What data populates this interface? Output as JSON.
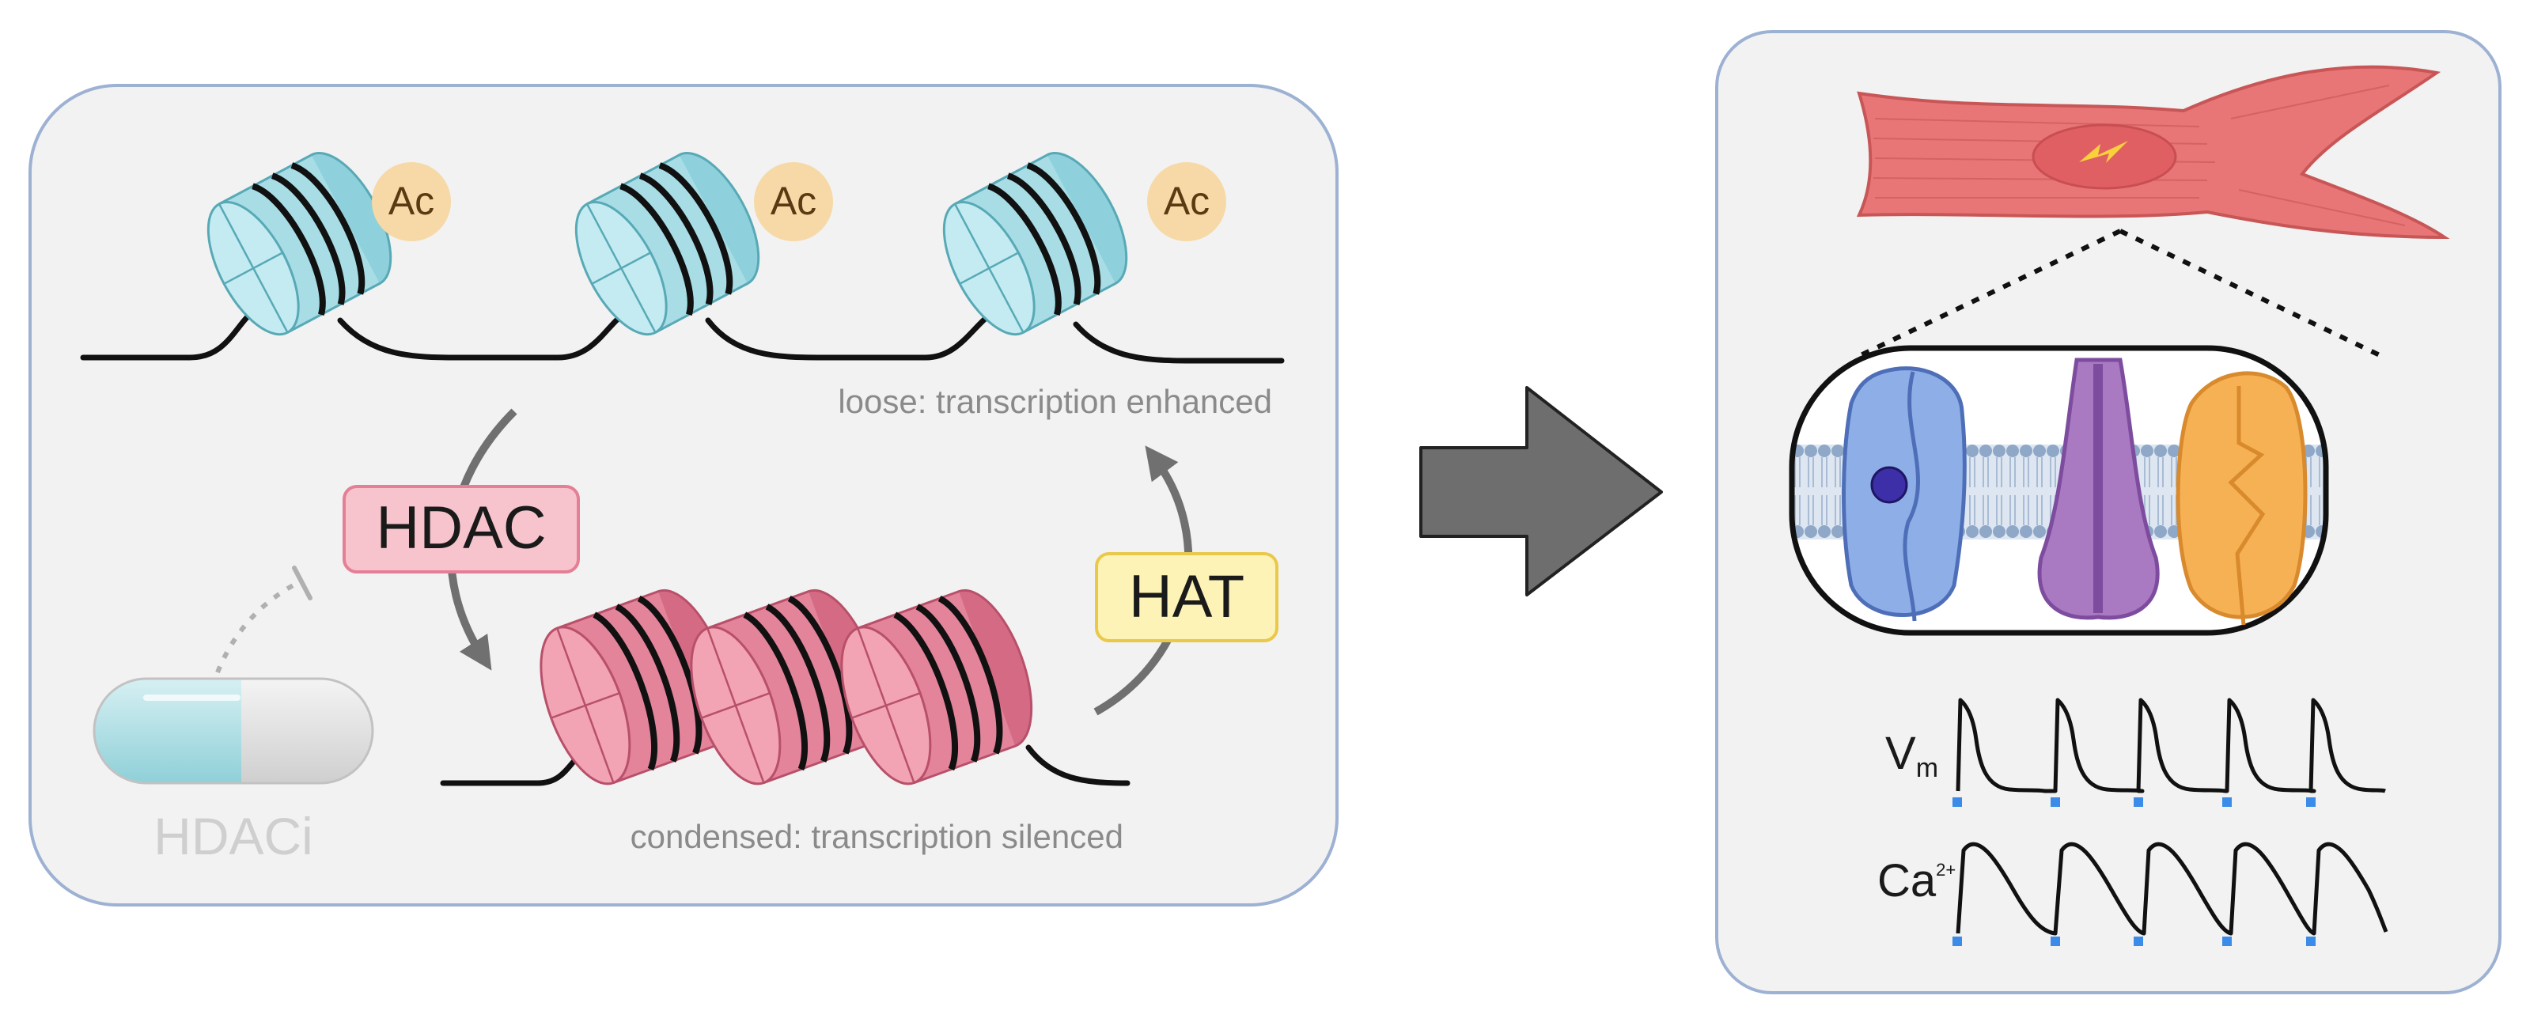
{
  "left_panel": {
    "acetyl_tag": "Ac",
    "loose_caption": "loose: transcription enhanced",
    "condensed_caption": "condensed: transcription silenced",
    "hdac_label": "HDAC",
    "hat_label": "HAT",
    "inhibitor_label": "HDACi"
  },
  "right_panel": {
    "vm_label": "V",
    "vm_subscript": "m",
    "ca_label": "Ca",
    "ca_superscript": "2+"
  },
  "colors": {
    "panel_fill": "#f2f2f2",
    "panel_border": "#9db1d3",
    "open_nucleosome": "#b3e3ea",
    "condensed_nucleosome": "#ec8fa2",
    "acetyl_badge": "#f6d9a6",
    "hdac_badge": "#f7c4cd",
    "hat_badge": "#fdf3b6",
    "arrow": "#707070",
    "cardiomyocyte": "#e97676",
    "channel_blue": "#8eaee8",
    "channel_purple": "#a979c2",
    "channel_orange": "#f6b155",
    "stimulus_marker": "#3b8be8"
  },
  "icons": [
    "nucleosome-icon",
    "pill-icon",
    "cardiomyocyte-icon",
    "ion-channel-icon"
  ]
}
